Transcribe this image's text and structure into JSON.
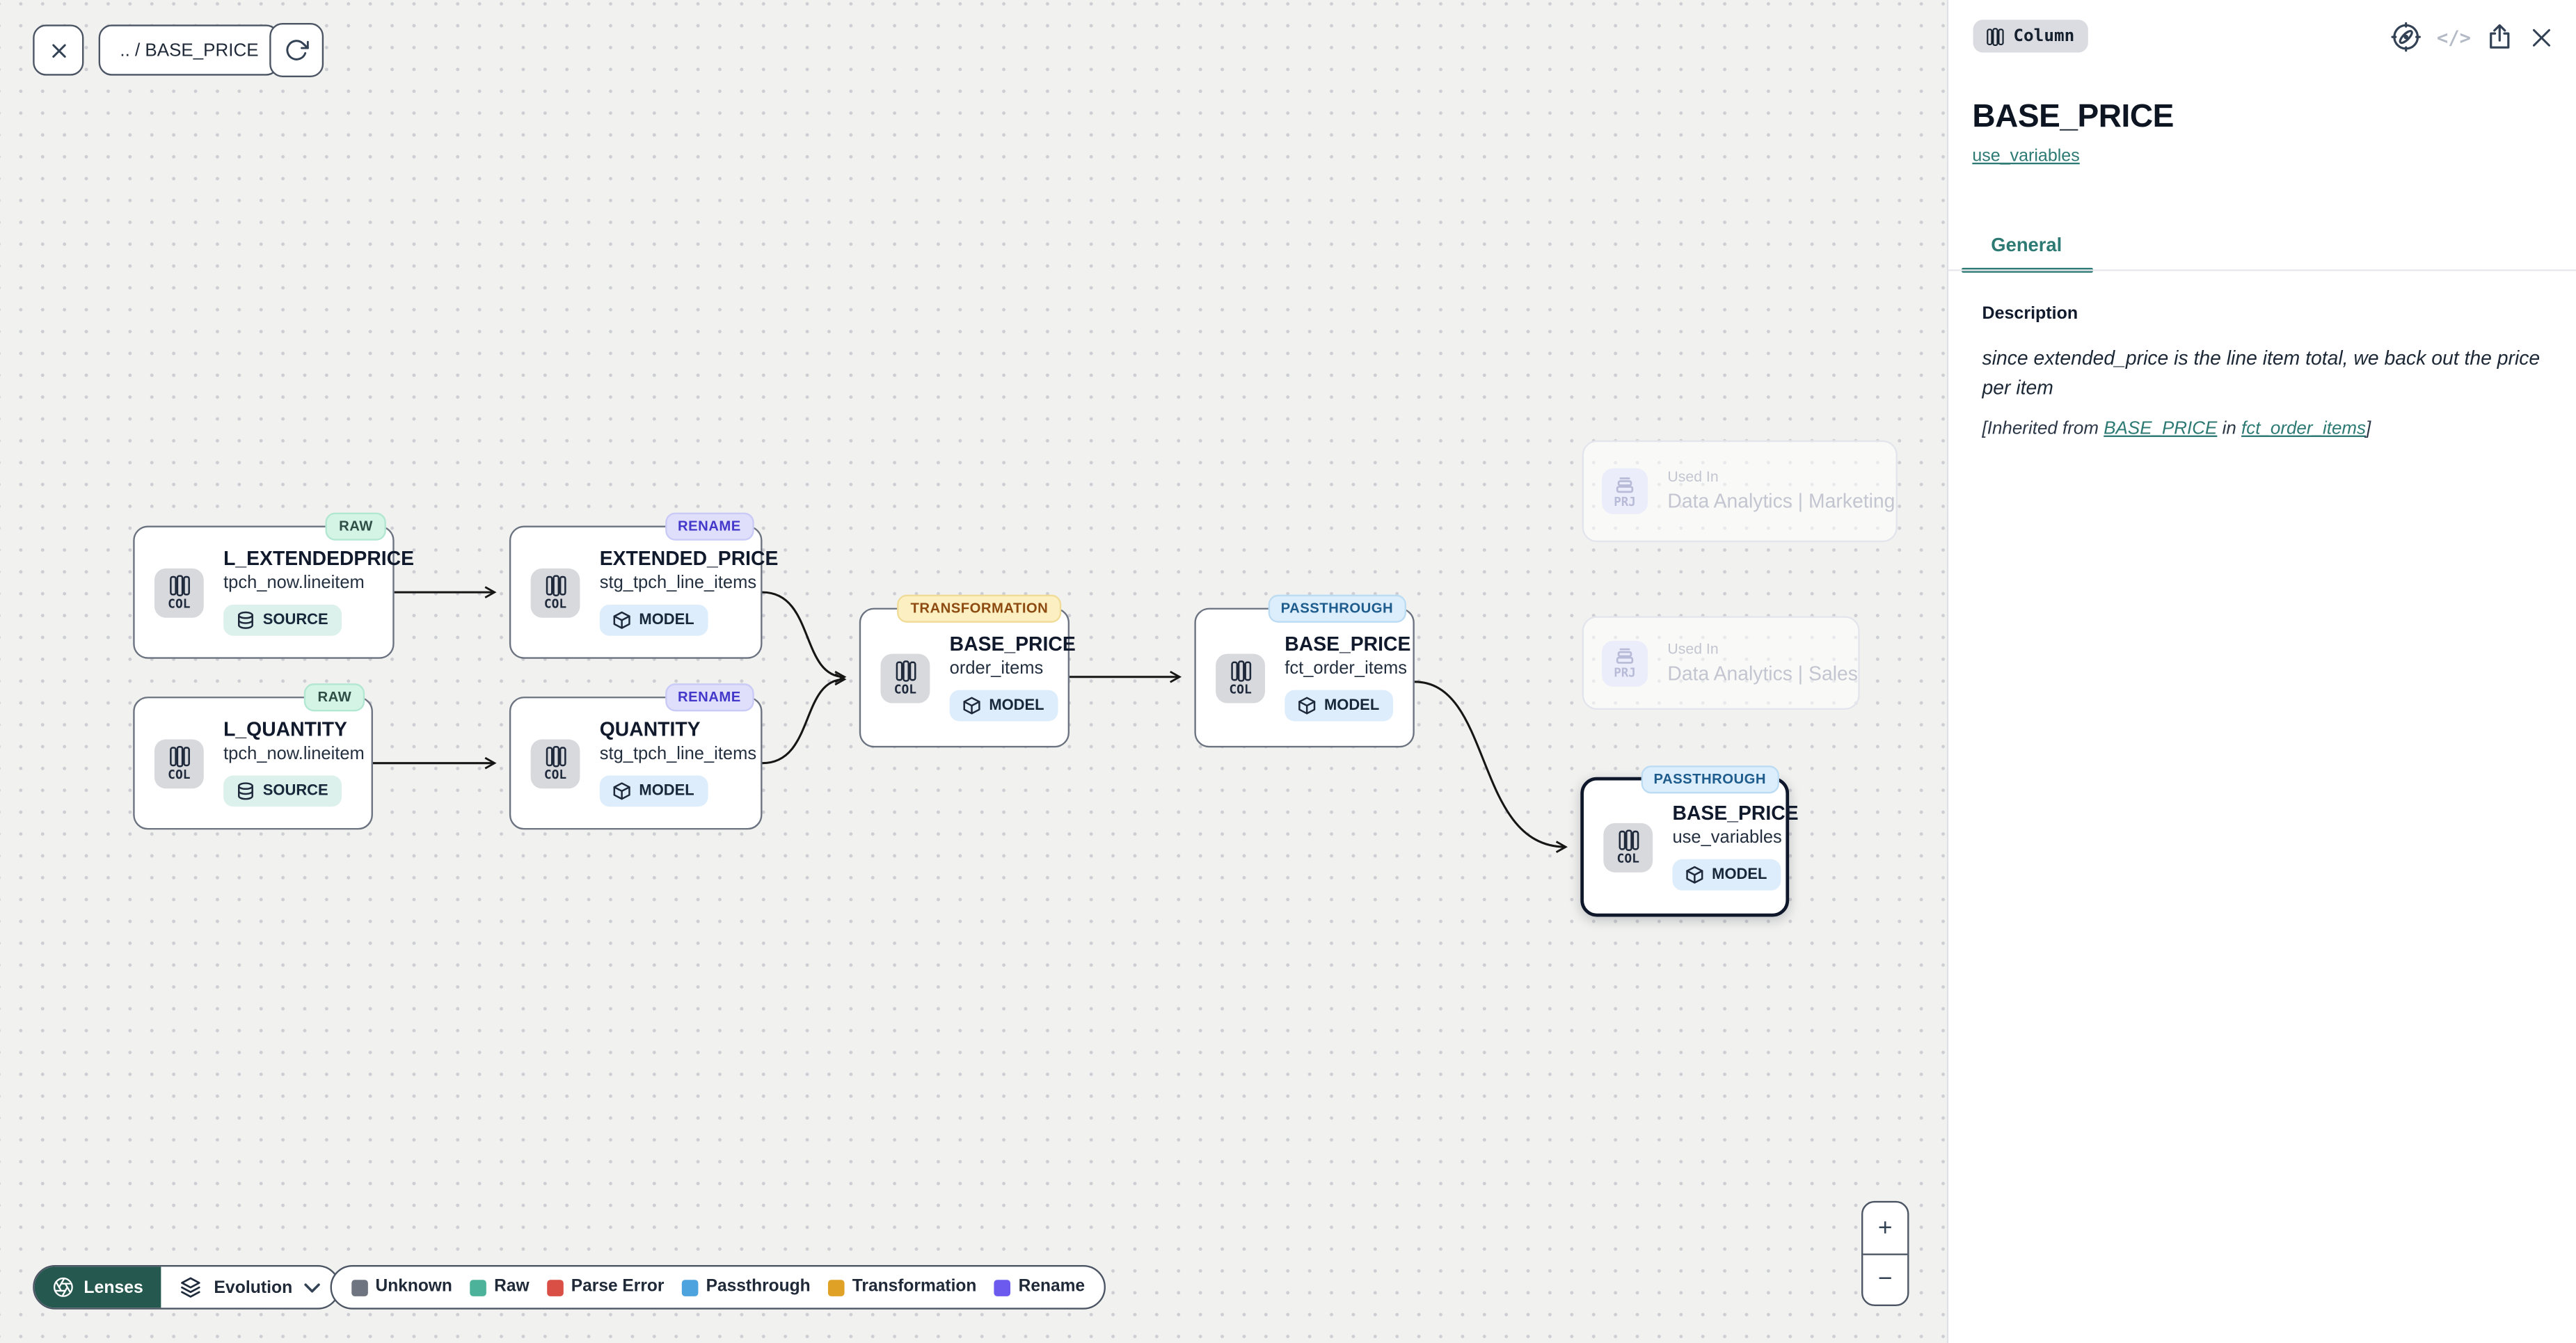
{
  "toolbar": {
    "breadcrumb": ".. / BASE_PRICE"
  },
  "canvas": {
    "nodes": [
      {
        "badge": "RAW",
        "title": "L_EXTENDEDPRICE",
        "subtitle": "tpch_now.lineitem",
        "kind": "COL",
        "type": "SOURCE"
      },
      {
        "badge": "RENAME",
        "title": "EXTENDED_PRICE",
        "subtitle": "stg_tpch_line_items",
        "kind": "COL",
        "type": "MODEL"
      },
      {
        "badge": "RAW",
        "title": "L_QUANTITY",
        "subtitle": "tpch_now.lineitem",
        "kind": "COL",
        "type": "SOURCE"
      },
      {
        "badge": "RENAME",
        "title": "QUANTITY",
        "subtitle": "stg_tpch_line_items",
        "kind": "COL",
        "type": "MODEL"
      },
      {
        "badge": "TRANSFORMATION",
        "title": "BASE_PRICE",
        "subtitle": "order_items",
        "kind": "COL",
        "type": "MODEL"
      },
      {
        "badge": "PASSTHROUGH",
        "title": "BASE_PRICE",
        "subtitle": "fct_order_items",
        "kind": "COL",
        "type": "MODEL"
      },
      {
        "badge": "PASSTHROUGH",
        "title": "BASE_PRICE",
        "subtitle": "use_variables",
        "kind": "COL",
        "type": "MODEL"
      }
    ],
    "ghosts": [
      {
        "kind": "PRJ",
        "label": "Used In",
        "name": "Data Analytics | Marketing"
      },
      {
        "kind": "PRJ",
        "label": "Used In",
        "name": "Data Analytics | Sales"
      }
    ]
  },
  "panel": {
    "type_badge": "Column",
    "code_icon_text": "</>",
    "title": "BASE_PRICE",
    "model_link": "use_variables",
    "tab_general": "General",
    "description_label": "Description",
    "description": "since extended_price is the line item total, we back out the price per item",
    "inherited": {
      "prefix": "[Inherited from ",
      "link1": "BASE_PRICE",
      "mid": " in ",
      "link2": "fct_order_items",
      "suffix": "]"
    }
  },
  "footer": {
    "lenses_label": "Lenses",
    "lens_selected": "Evolution",
    "legend": [
      {
        "label": "Unknown",
        "color": "#6e7480"
      },
      {
        "label": "Raw",
        "color": "#4cb39a"
      },
      {
        "label": "Parse Error",
        "color": "#d94f46"
      },
      {
        "label": "Passthrough",
        "color": "#4da3dd"
      },
      {
        "label": "Transformation",
        "color": "#dfa126"
      },
      {
        "label": "Rename",
        "color": "#6b5aed"
      }
    ]
  },
  "zoom_controls": {
    "zoom_in": "+",
    "zoom_out": "−"
  },
  "colors": {
    "accent_teal": "#2c7a73",
    "canvas_bg": "#f1f1ef",
    "node_border": "#6b7280",
    "selected_border": "#0f172a",
    "lenses_bg": "#25584e",
    "badge_raw_bg": "#d4f4e6",
    "badge_rename_bg": "#dfdffb",
    "badge_transformation_bg": "#fcf0c3",
    "badge_passthrough_bg": "#dcedfb"
  }
}
